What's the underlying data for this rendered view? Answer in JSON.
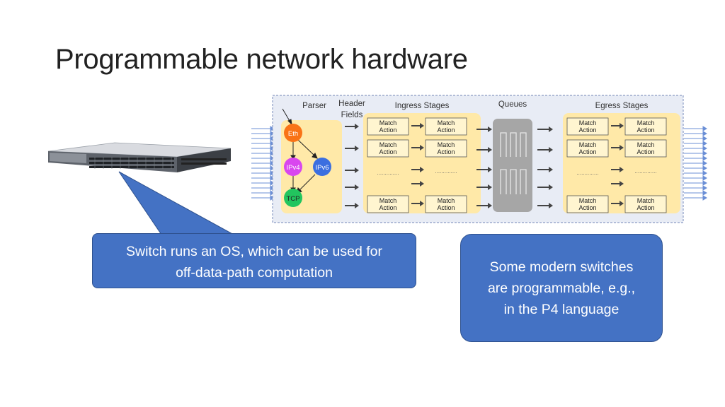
{
  "slide": {
    "title": "Programmable network hardware"
  },
  "pipeline": {
    "parser_label": "Parser",
    "header_fields_line1": "Header",
    "header_fields_line2": "Fields",
    "ingress_label": "Ingress Stages",
    "queues_label": "Queues",
    "egress_label": "Egress Stages",
    "match_line1": "Match",
    "match_line2": "Action",
    "dots": "..............",
    "nodes": {
      "eth": "Eth",
      "ipv4": "IPv4",
      "ipv6": "IPv6",
      "tcp": "TCP"
    },
    "colors": {
      "eth": "#f97316",
      "ipv4": "#d946ef",
      "ipv6": "#3b6fe0",
      "tcp": "#22c55e",
      "stage_bg": "#ffe9a8",
      "panel_bg": "#e8ecf5",
      "queue_bg": "#a6a6a6"
    }
  },
  "callouts": {
    "switch_os_line1": "Switch runs an OS, which can be used for",
    "switch_os_line2": "off-data-path computation",
    "p4_line1": "Some modern switches",
    "p4_line2": "are programmable, e.g.,",
    "p4_line3": "in the P4 language"
  },
  "colors": {
    "callout": "#4472c4",
    "callout_border": "#2f528f"
  }
}
